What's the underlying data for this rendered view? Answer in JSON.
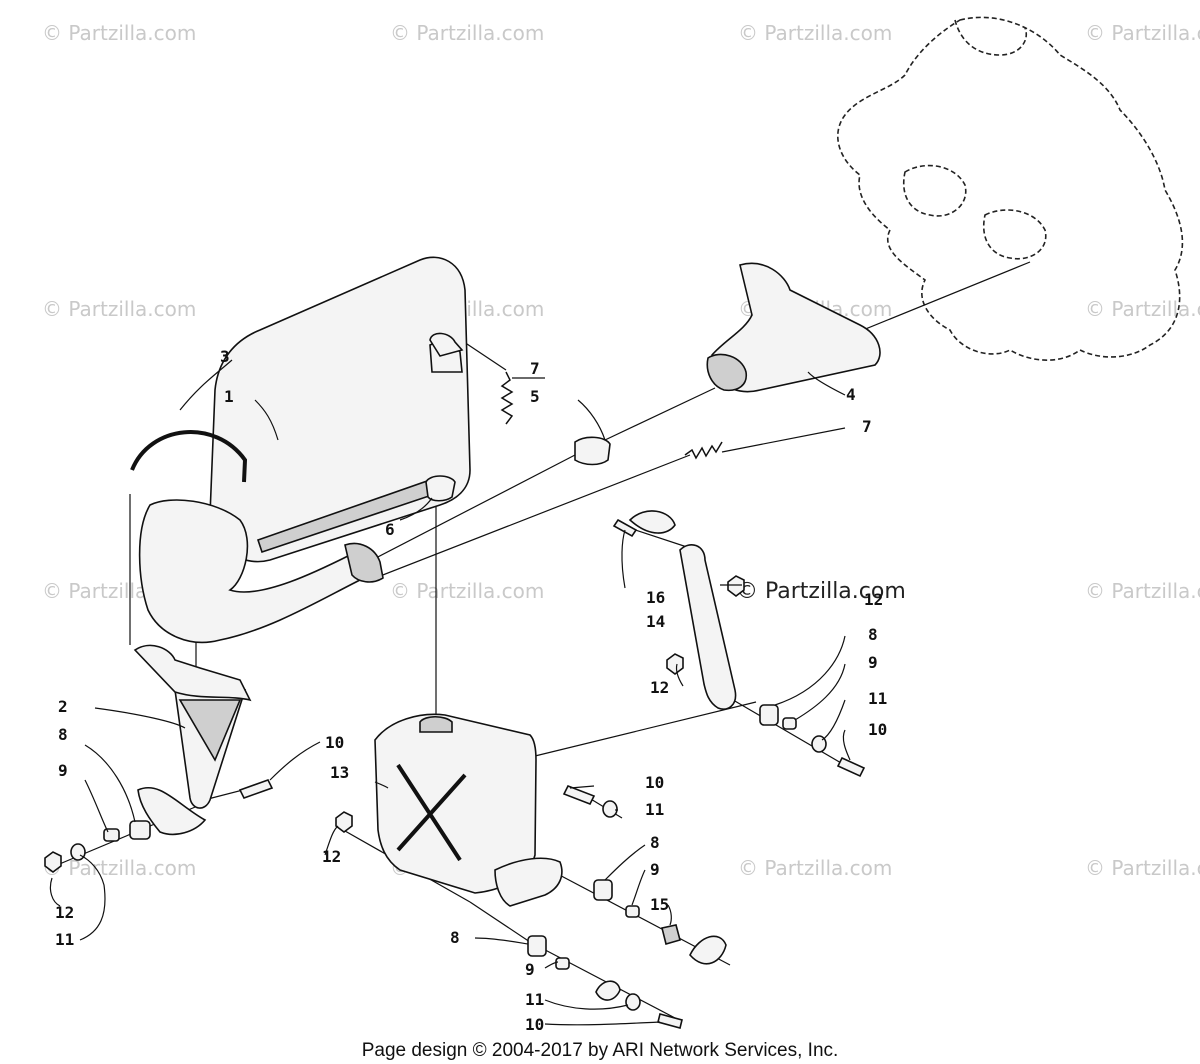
{
  "watermark": "© Partzilla.com",
  "prominent_watermark": "© Partzilla.com",
  "footer": "Page design © 2004-2017 by ARI Network Services, Inc.",
  "callouts": [
    "3",
    "1",
    "7",
    "5",
    "4",
    "7",
    "6",
    "16",
    "14",
    "12",
    "8",
    "12",
    "9",
    "11",
    "10",
    "2",
    "10",
    "8",
    "9",
    "13",
    "10",
    "11",
    "12",
    "8",
    "9",
    "15",
    "12",
    "11",
    "8",
    "9",
    "11",
    "10"
  ]
}
